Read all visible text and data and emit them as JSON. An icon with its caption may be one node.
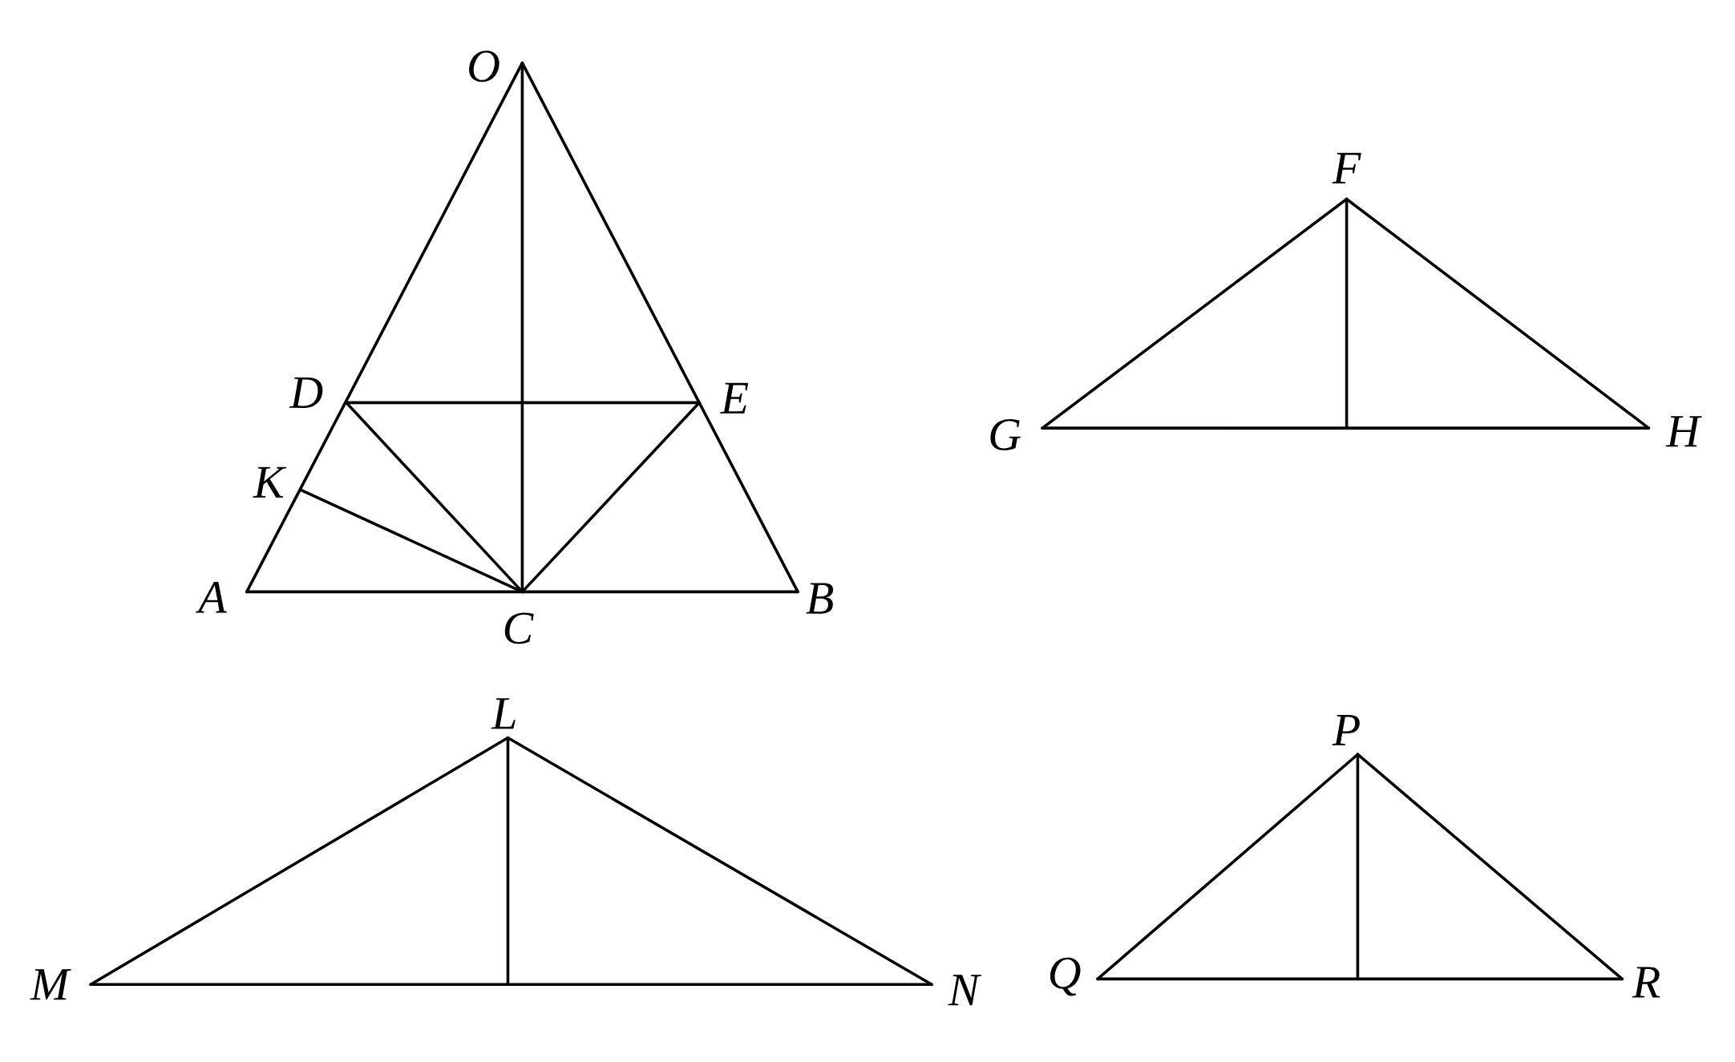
{
  "diagram": {
    "labels": [
      "O",
      "F",
      "D",
      "E",
      "K",
      "G",
      "H",
      "A",
      "B",
      "C",
      "L",
      "P",
      "M",
      "N",
      "Q",
      "R"
    ]
  }
}
